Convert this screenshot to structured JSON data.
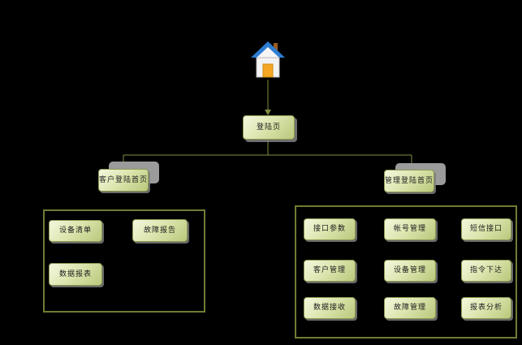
{
  "diagram": {
    "root_node": {
      "label": "登陆页"
    },
    "branch_nodes": {
      "left": "客户登陆首页",
      "right": "管理登陆首页"
    },
    "left_group": {
      "items": [
        "设备清单",
        "故障报告",
        "数据报表"
      ]
    },
    "right_group": {
      "items": [
        "接口参数",
        "帐号管理",
        "短信接口",
        "客户管理",
        "设备管理",
        "指令下达",
        "数据接收",
        "故障管理",
        "报表分析"
      ]
    },
    "icons": {
      "home": "home-icon"
    },
    "colors": {
      "background": "#000000",
      "connector": "#7F8F3F",
      "node_border": "#8a9a50",
      "node_fill_light": "#f4f7de",
      "node_fill_dark": "#b9c87c",
      "container_border": "#6e7d33",
      "shadow_gray": "#9b9b9b",
      "roof_blue": "#2d7dd2",
      "door_orange": "#f5a623",
      "chimney_brown": "#9c5a1e"
    }
  }
}
